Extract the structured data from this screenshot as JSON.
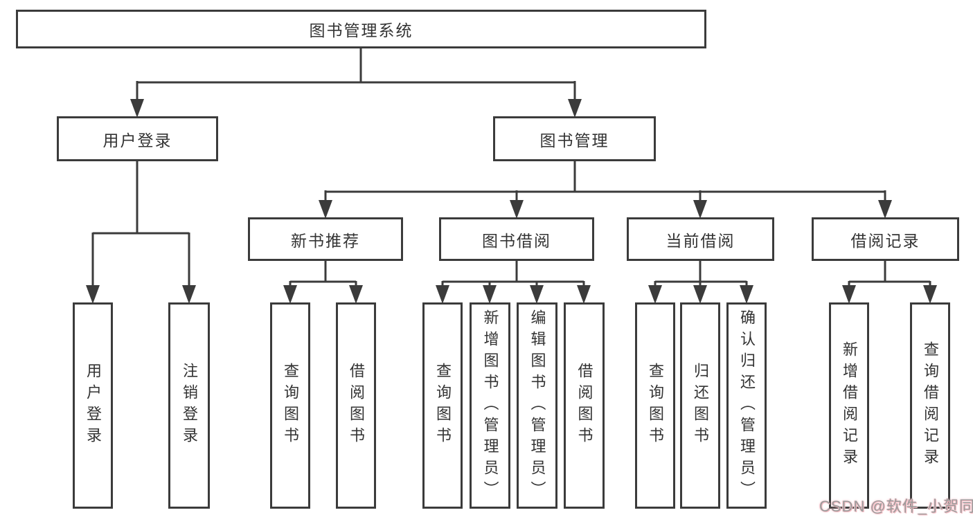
{
  "title": "图书管理系统",
  "tree": {
    "root": {
      "label": "图书管理系统"
    },
    "branches": [
      {
        "label": "用户登录",
        "children": [
          {
            "label": "用户登录"
          },
          {
            "label": "注销登录"
          }
        ]
      },
      {
        "label": "图书管理",
        "children": [
          {
            "label": "新书推荐",
            "children": [
              {
                "label": "查询图书"
              },
              {
                "label": "借阅图书"
              }
            ]
          },
          {
            "label": "图书借阅",
            "children": [
              {
                "label": "查询图书"
              },
              {
                "label": "新增图书（管理员）"
              },
              {
                "label": "编辑图书（管理员）"
              },
              {
                "label": "借阅图书"
              }
            ]
          },
          {
            "label": "当前借阅",
            "children": [
              {
                "label": "查询图书"
              },
              {
                "label": "归还图书"
              },
              {
                "label": "确认归还（管理员）"
              }
            ]
          },
          {
            "label": "借阅记录",
            "children": [
              {
                "label": "新增借阅记录"
              },
              {
                "label": "查询借阅记录"
              }
            ]
          }
        ]
      }
    ]
  },
  "watermark": {
    "text": "CSDN @软件_小贺同学"
  },
  "colors": {
    "line": "#3b3b3b",
    "text": "#333333",
    "background": "#ffffff",
    "watermark_text": "#9b9b9b",
    "watermark_glow": "#f4b8c0"
  }
}
